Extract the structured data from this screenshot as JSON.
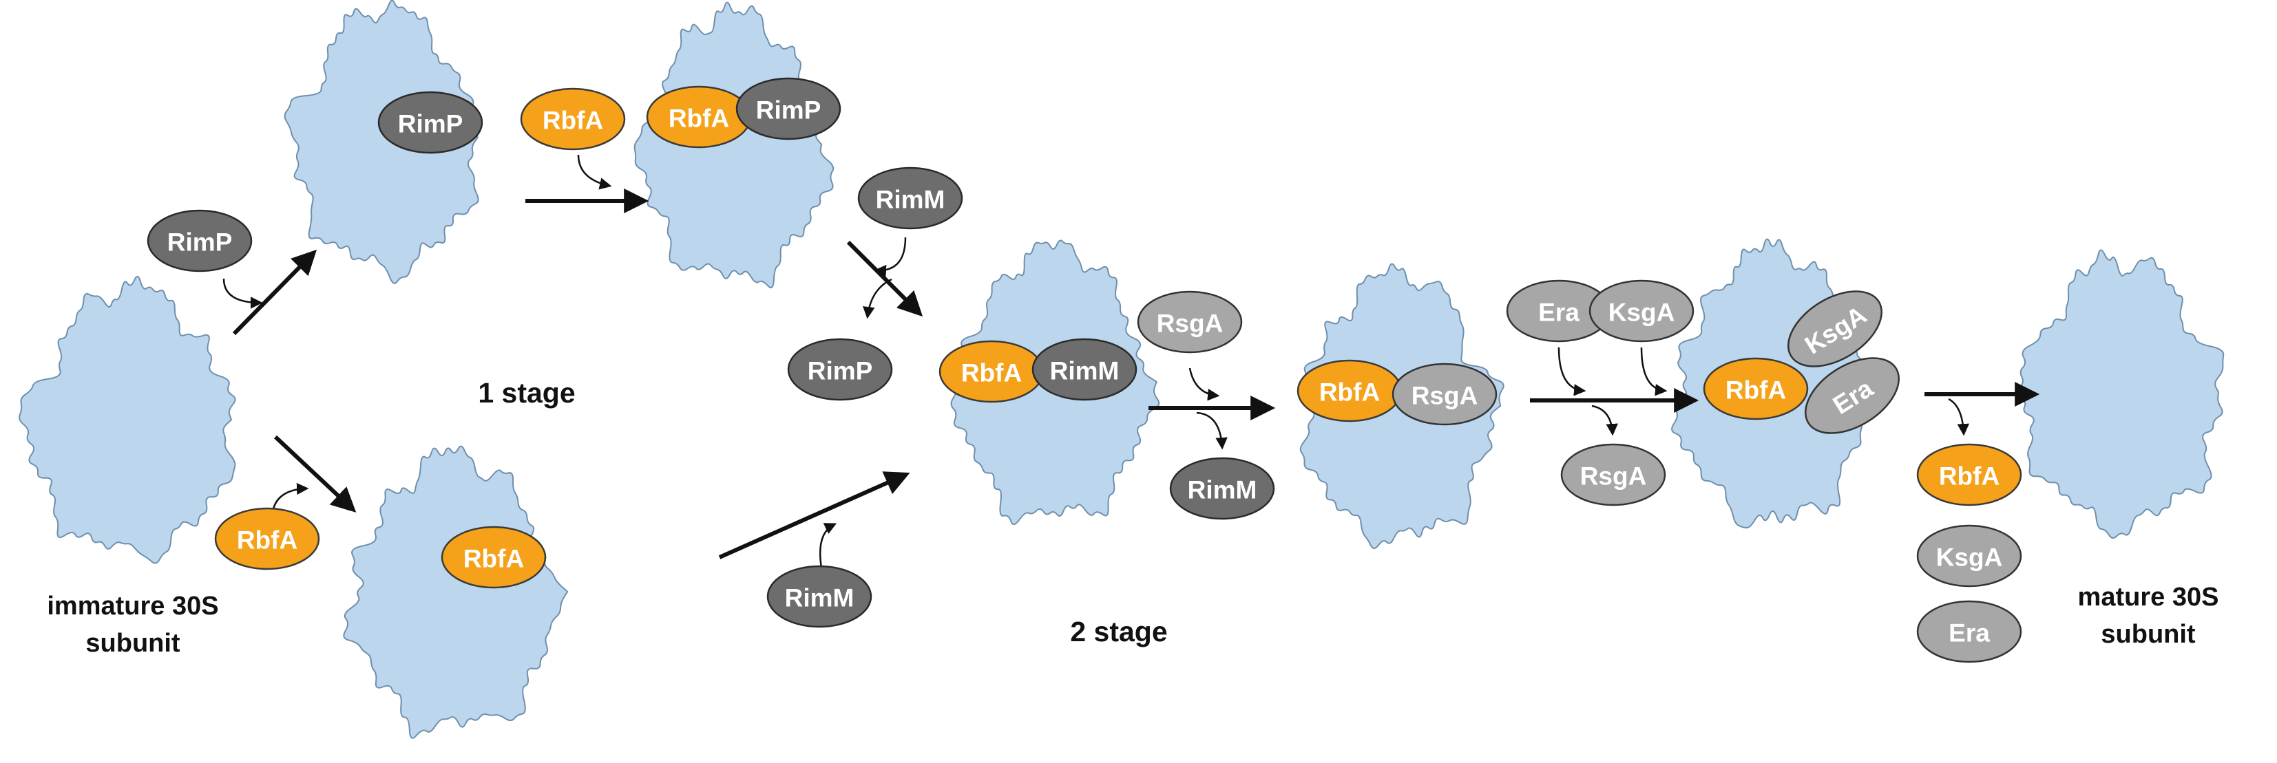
{
  "labels": {
    "immature": [
      "immature 30S",
      "subunit"
    ],
    "mature": [
      "mature 30S",
      "subunit"
    ],
    "stage1": "1 stage",
    "stage2": "2 stage"
  },
  "factors": {
    "rimp": "RimP",
    "rbfa": "RbfA",
    "rimm": "RimM",
    "rsga": "RsgA",
    "era": "Era",
    "ksga": "KsgA"
  },
  "colors": {
    "subunit_fill": "#bcd6ee",
    "subunit_stroke": "#6f8fab",
    "rbfa_fill": "#f5a21a",
    "rbfa_stroke": "#3a3a3a",
    "dark_fill": "#6e6d6d",
    "dark_stroke": "#2a2a2a",
    "light_fill": "#a7a7a7",
    "light_stroke": "#333333",
    "arrow": "#111111"
  }
}
